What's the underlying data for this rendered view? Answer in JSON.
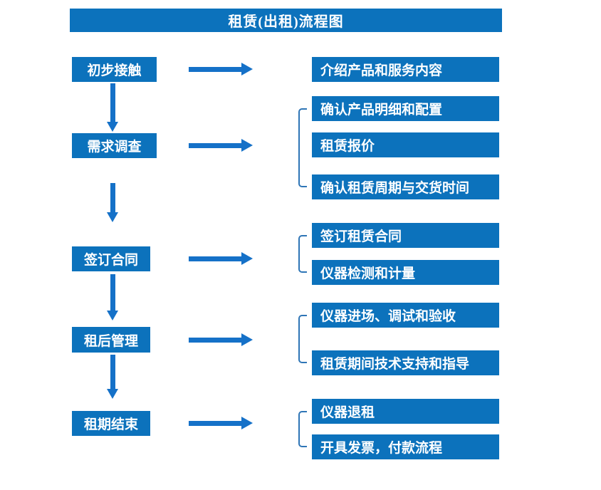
{
  "title": "租赁(出租)流程图",
  "flow": [
    {
      "step": "初步接触",
      "outputs": [
        "介绍产品和服务内容"
      ]
    },
    {
      "step": "需求调查",
      "outputs": [
        "确认产品明细和配置",
        "租赁报价",
        "确认租赁周期与交货时间"
      ]
    },
    {
      "step": "签订合同",
      "outputs": [
        "签订租赁合同",
        "仪器检测和计量"
      ]
    },
    {
      "step": "租后管理",
      "outputs": [
        "仪器进场、调试和验收",
        "租赁期间技术支持和指导"
      ]
    },
    {
      "step": "租期结束",
      "outputs": [
        "仪器退租",
        "开具发票，付款流程"
      ]
    }
  ],
  "colors": {
    "box_fill": "#0c72bc",
    "arrow": "#1571c8",
    "bracket": "#2e75b6",
    "text": "#ffffff",
    "background": "#ffffff"
  }
}
